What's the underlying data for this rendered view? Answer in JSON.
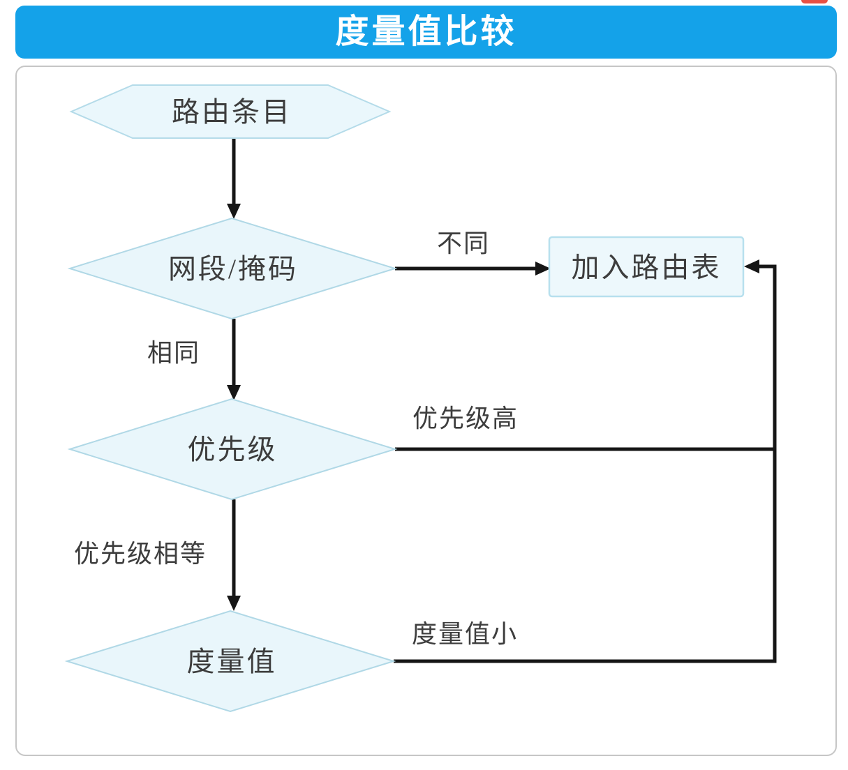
{
  "title": "度量值比较",
  "colors": {
    "title_bar_blue": "#14a2e9",
    "title_text": "#ffffff",
    "node_fill": "#eaf7fc",
    "node_border": "#b4dbe9",
    "connector_black": "#161616",
    "label_text": "#3d3d3d",
    "canvas_border": "#c6c6c6",
    "top_fragment_red": "#e85043"
  },
  "flowchart": {
    "nodes": [
      {
        "id": "route-entry",
        "shape": "hexagon",
        "label": "路由条目"
      },
      {
        "id": "network-mask",
        "shape": "diamond",
        "label": "网段/掩码"
      },
      {
        "id": "priority",
        "shape": "diamond",
        "label": "优先级"
      },
      {
        "id": "metric",
        "shape": "diamond",
        "label": "度量值"
      },
      {
        "id": "add-routing-table",
        "shape": "rectangle",
        "label": "加入路由表"
      }
    ],
    "edge_labels": [
      {
        "id": "different",
        "text": "不同"
      },
      {
        "id": "same",
        "text": "相同"
      },
      {
        "id": "priority-high",
        "text": "优先级高"
      },
      {
        "id": "priority-equal",
        "text": "优先级相等"
      },
      {
        "id": "metric-small",
        "text": "度量值小"
      }
    ]
  }
}
